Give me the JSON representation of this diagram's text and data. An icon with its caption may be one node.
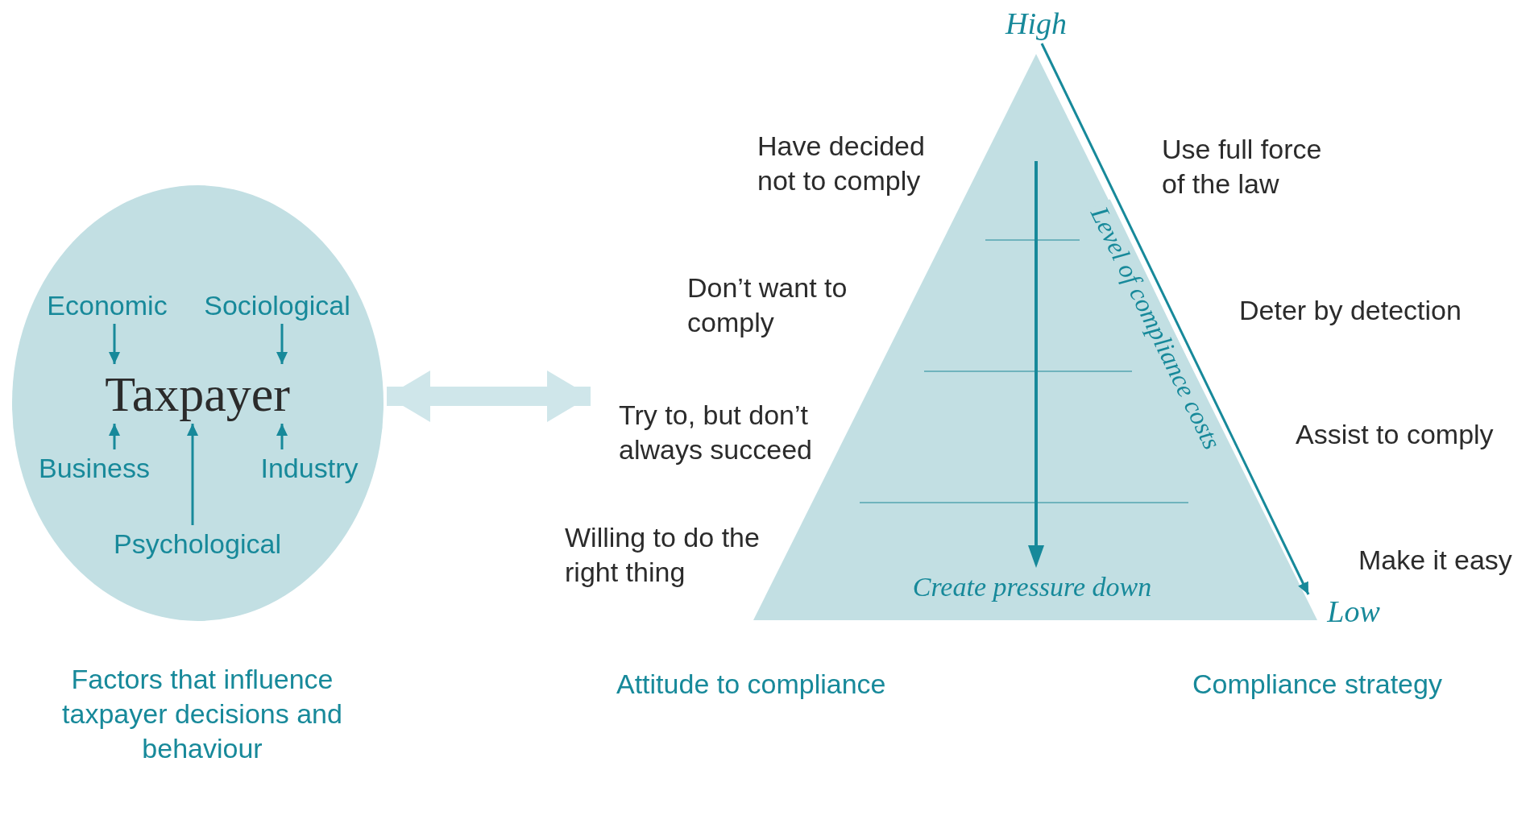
{
  "diagram": {
    "nodes": [
      {
        "text": [],
        "shape": "circle"
      },
      {
        "text": [
          "Economic"
        ],
        "in": 0
      },
      {
        "text": [
          "Sociological"
        ],
        "in": 0
      },
      {
        "text": [
          "Taxpayer"
        ],
        "in": 0
      },
      {
        "text": [
          "Business"
        ],
        "in": 0
      },
      {
        "text": [
          "Industry"
        ],
        "in": 0
      },
      {
        "text": [
          "Psychological"
        ],
        "in": 0
      },
      {
        "text": [
          "High"
        ]
      },
      {
        "text": [
          "Create pressure down"
        ]
      },
      {
        "text": [
          "Low"
        ]
      }
    ],
    "edges": [
      {
        "from": 1,
        "to": 3,
        "arrow": "to"
      },
      {
        "from": 2,
        "to": 3,
        "arrow": "to"
      },
      {
        "from": 4,
        "to": 3,
        "arrow": "to"
      },
      {
        "from": 5,
        "to": 3,
        "arrow": "to"
      },
      {
        "from": 6,
        "to": 3,
        "arrow": "to"
      },
      {
        "from": 0,
        "to": null,
        "arrow": "both",
        "style": "thick",
        "color": "#cfe6ea"
      },
      {
        "from": 7,
        "to": 9,
        "arrow": "to",
        "label": "Level of compliance costs"
      }
    ],
    "labels": [
      "Have decided not to comply",
      "Use full force of the law",
      "Don’t want to comply",
      "Deter by detection",
      "Try to, but don’t always succeed",
      "Assist to comply",
      "Willing to do the right thing",
      "Make it easy",
      "Factors that influence taxpayer decisions and behaviour",
      "Attitude to compliance",
      "Compliance strategy"
    ]
  }
}
